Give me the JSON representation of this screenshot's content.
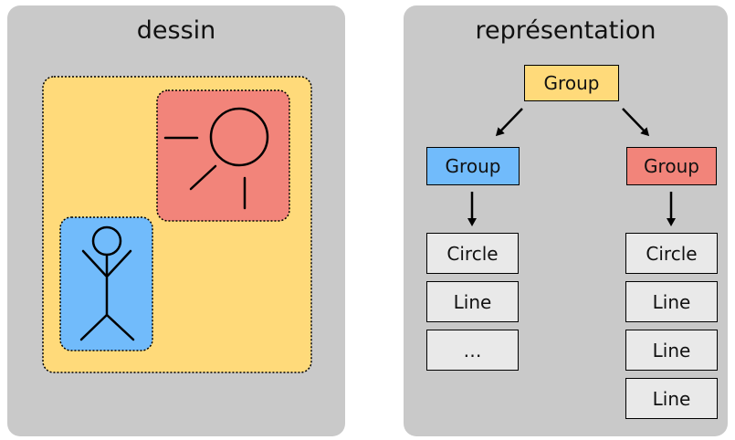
{
  "left_panel": {
    "title": "dessin"
  },
  "right_panel": {
    "title": "représentation",
    "root": {
      "label": "Group"
    },
    "left_group": {
      "label": "Group",
      "children": [
        "Circle",
        "Line",
        "…"
      ]
    },
    "right_group": {
      "label": "Group",
      "children": [
        "Circle",
        "Line",
        "Line",
        "Line"
      ]
    }
  },
  "colors": {
    "panel_bg": "#c9c9c9",
    "yellow": "#ffda7a",
    "blue": "#71bbfb",
    "red": "#f2847a",
    "node_bg": "#e9e9e9"
  }
}
